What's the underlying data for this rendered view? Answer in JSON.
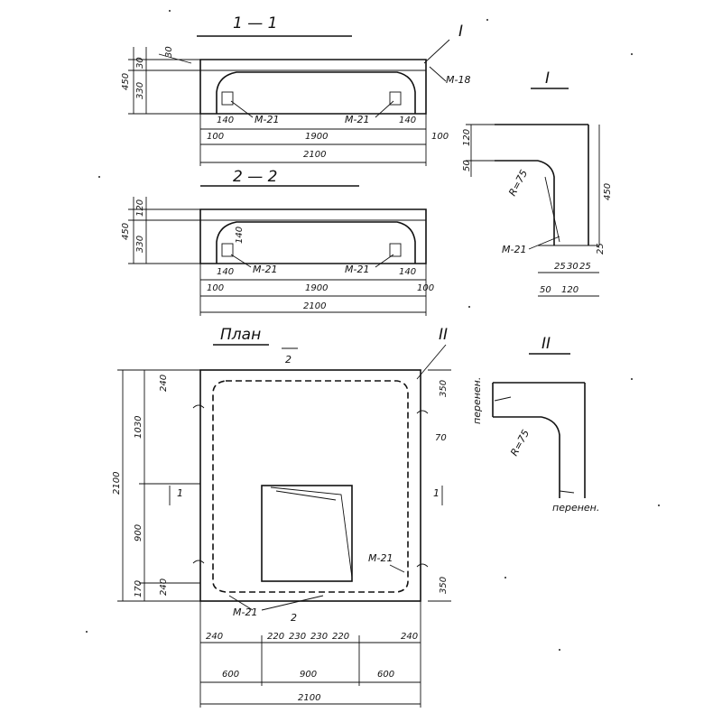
{
  "sections": {
    "s1": {
      "title": "1 — 1",
      "dims": {
        "h_top": "30",
        "h_total": "450",
        "h_body": "330",
        "w_left": "100",
        "w_mid": "1900",
        "w_right": "100",
        "w_total": "2100",
        "post_left": "140",
        "post_right": "140"
      },
      "labels": {
        "ref": "I",
        "m18": "M-18",
        "m21_left": "M-21",
        "m21_right": "M-21"
      }
    },
    "s2": {
      "title": "2 — 2",
      "dims": {
        "h_top": "120",
        "h_total": "450",
        "h_body": "330",
        "post_top": "140",
        "w_left": "100",
        "w_mid": "1900",
        "w_right": "100",
        "w_total": "2100",
        "post_left": "140",
        "post_right": "140"
      },
      "labels": {
        "m21_left": "M-21",
        "m21_right": "M-21"
      }
    }
  },
  "detail_I": {
    "title": "I",
    "dims": {
      "d120": "120",
      "d50": "50",
      "d450": "450",
      "d25a": "25",
      "d30": "30",
      "d25b": "25",
      "d25c": "25",
      "d50b": "50",
      "d120b": "120"
    },
    "radius": "R=75",
    "label": "M-21"
  },
  "detail_II": {
    "title": "II",
    "radius": "R=75",
    "note_top": "перенен.",
    "note_bottom": "перенен."
  },
  "plan": {
    "title": "План",
    "ref": "II",
    "sec2_top": "2",
    "sec2_bottom": "2",
    "sec1_left": "1",
    "sec1_right": "1",
    "dims": {
      "left_total": "2100",
      "left_top": "1030",
      "left_mid": "900",
      "left_bot": "170",
      "corner_top": "240",
      "corner_bot": "240",
      "right_top": "350",
      "right_70": "70",
      "right_bot": "350",
      "b_240a": "240",
      "b_220a": "220",
      "b_230a": "230",
      "b_230b": "230",
      "b_220b": "220",
      "b_240b": "240",
      "b_600a": "600",
      "b_900": "900",
      "b_600b": "600",
      "b_total": "2100"
    },
    "labels": {
      "m21_right": "M-21",
      "m21_bottom": "M-21"
    }
  }
}
